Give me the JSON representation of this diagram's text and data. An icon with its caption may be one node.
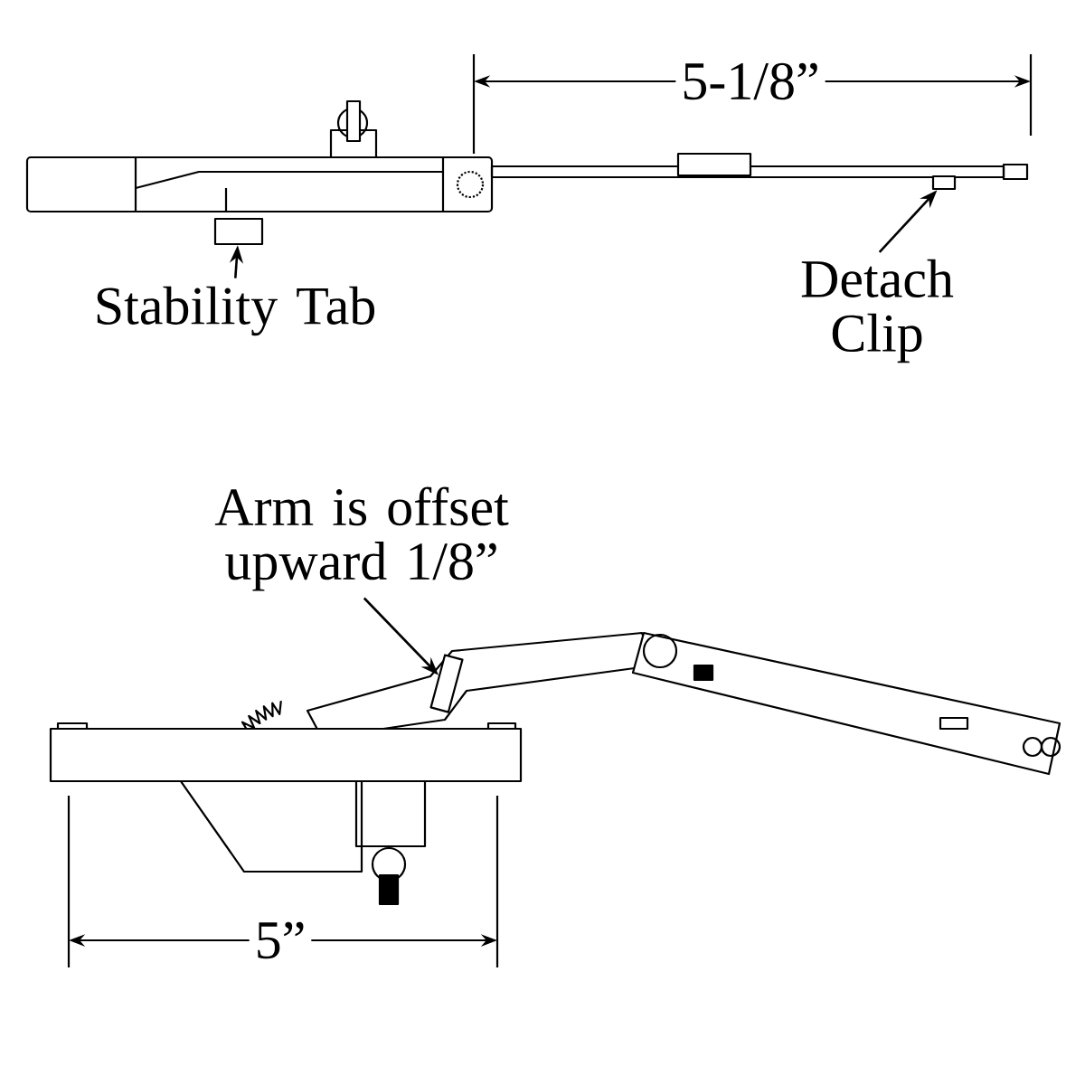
{
  "diagram": {
    "nodes": [
      {
        "text": [
          "Stability Tab"
        ]
      },
      {
        "text": [],
        "shape": "box"
      },
      {
        "text": [
          "Detach Clip"
        ]
      },
      {
        "text": [],
        "shape": "box"
      },
      {
        "text": [
          "Arm is offset upward 1/8”"
        ]
      },
      {
        "text": [],
        "shape": "box"
      }
    ],
    "edges": [
      {
        "from": 0,
        "to": 1,
        "arrow": "to"
      },
      {
        "from": 2,
        "to": 3,
        "arrow": "to"
      },
      {
        "from": 4,
        "to": 5,
        "arrow": "to"
      }
    ],
    "labels": [
      "5-1/8”",
      "5”"
    ]
  }
}
